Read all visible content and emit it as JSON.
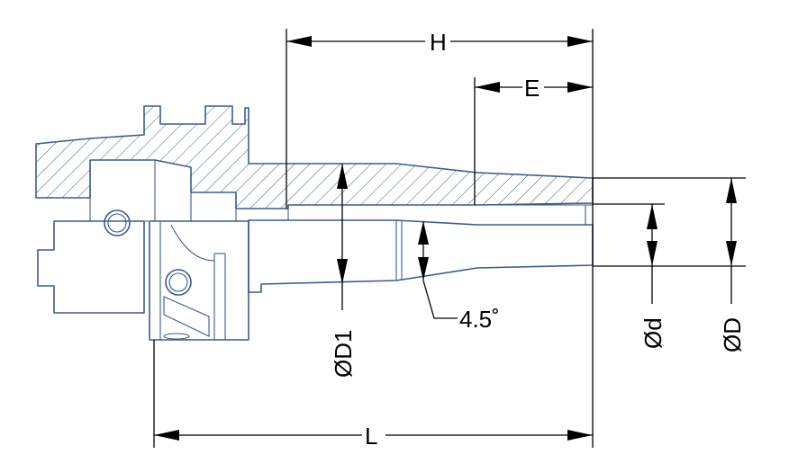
{
  "diagram": {
    "labels": {
      "H": "H",
      "E": "E",
      "D1": "ØD1",
      "d": "Ød",
      "D": "ØD",
      "L": "L",
      "angle": "4.5˚"
    },
    "colors": {
      "outline": "#3b5b8f",
      "dimension": "#000000",
      "background": "#ffffff"
    }
  }
}
